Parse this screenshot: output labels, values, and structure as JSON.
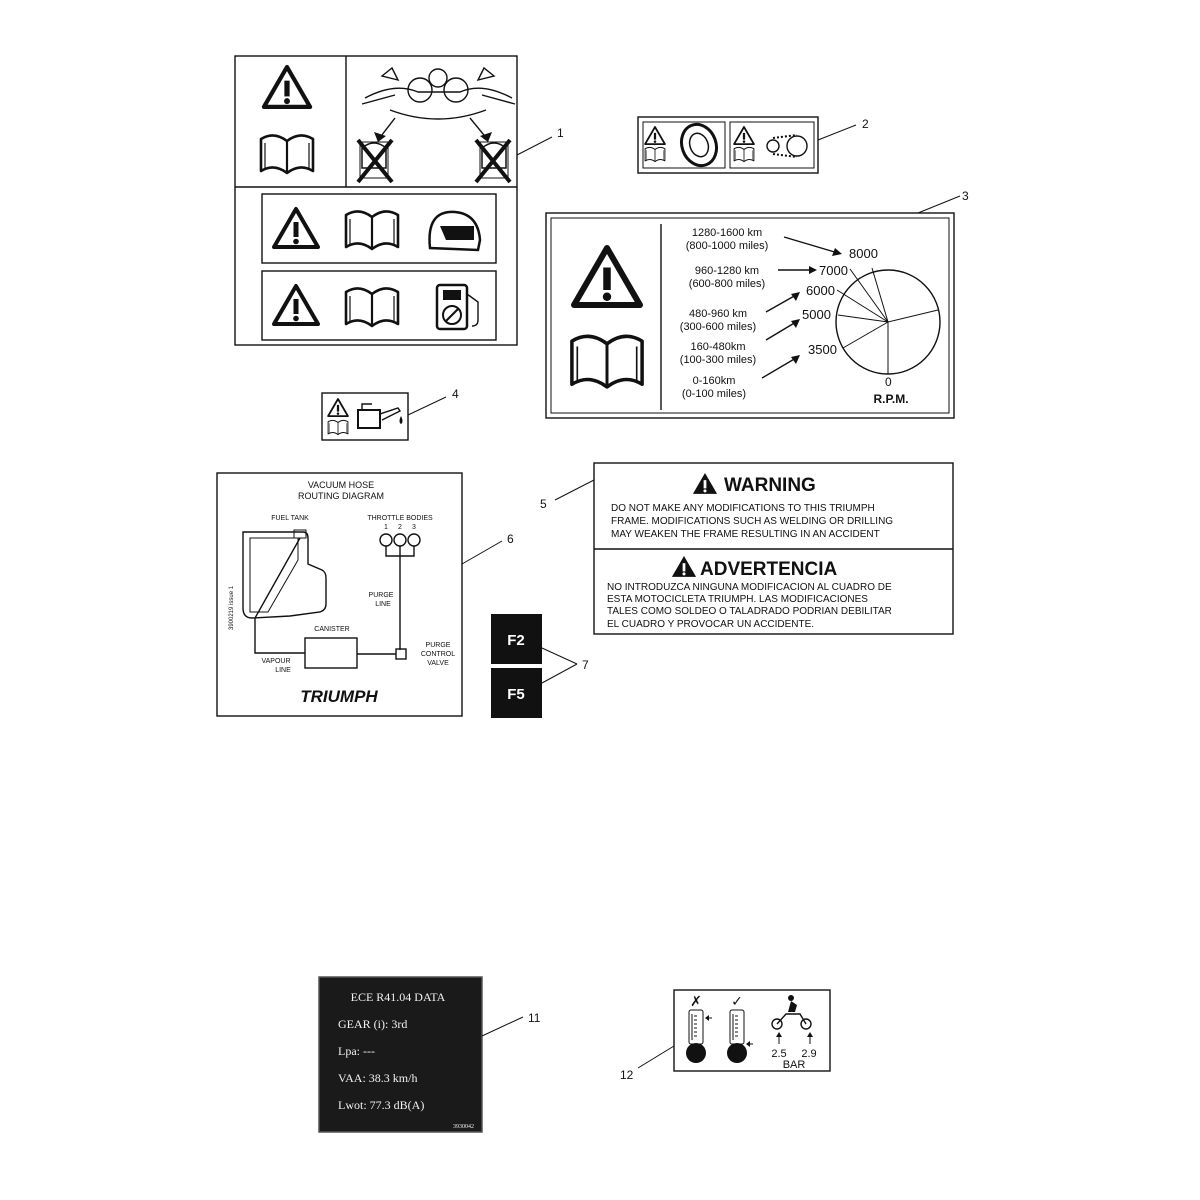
{
  "callouts": [
    "1",
    "2",
    "3",
    "4",
    "5",
    "6",
    "7",
    "11",
    "12"
  ],
  "break_in": {
    "rows": [
      {
        "km": "1280-1600 km",
        "miles": "(800-1000 miles)"
      },
      {
        "km": "960-1280 km",
        "miles": "(600-800 miles)"
      },
      {
        "km": "480-960 km",
        "miles": "(300-600 miles)"
      },
      {
        "km": "160-480km",
        "miles": "(100-300 miles)"
      },
      {
        "km": "0-160km",
        "miles": "(0-100 miles)"
      }
    ],
    "rpm_values": [
      "8000",
      "7000",
      "6000",
      "5000",
      "3500",
      "0"
    ],
    "rpm_label": "R.P.M."
  },
  "frame_warning": {
    "title": "WARNING",
    "lines": [
      "DO  NOT MAKE ANY MODIFICATIONS TO THIS TRIUMPH",
      "FRAME.  MODIFICATIONS SUCH AS WELDING OR DRILLING",
      "MAY WEAKEN THE FRAME RESULTING IN AN ACCIDENT"
    ],
    "title_es": "ADVERTENCIA",
    "lines_es": [
      "NO INTRODUZCA NINGUNA MODIFICACION AL CUADRO DE",
      "ESTA MOTOCICLETA TRIUMPH.  LAS MODIFICACIONES",
      "TALES COMO SOLDEO O TALADRADO PODRIAN DEBILITAR",
      "EL CUADRO Y PROVOCAR UN ACCIDENTE."
    ]
  },
  "vacuum": {
    "title1": "VACUUM HOSE",
    "title2": "ROUTING DIAGRAM",
    "fuel_tank": "FUEL TANK",
    "throttle_bodies": "THROTTLE BODIES",
    "tb_numbers": [
      "1",
      "2",
      "3"
    ],
    "purge1": "PURGE",
    "purge2": "LINE",
    "canister": "CANISTER",
    "pcv1": "PURGE",
    "pcv2": "CONTROL",
    "pcv3": "VALVE",
    "vapour1": "VAPOUR",
    "vapour2": "LINE",
    "part_no": "3900219 issue 1",
    "brand": "TRIUMPH"
  },
  "fuse": {
    "f2": "F2",
    "f5": "F5"
  },
  "ece": {
    "title": "ECE R41.04 DATA",
    "gear": "GEAR (i): 3rd",
    "lpa": "Lpa: ---",
    "vaa": "VAA: 38.3 km/h",
    "lwot": "Lwot: 77.3 dB(A)",
    "part_no": "3930042"
  },
  "tyre": {
    "p1": "2.5",
    "p2": "2.9",
    "unit": "BAR",
    "bad_mark": "✗",
    "good_mark": "✓"
  }
}
